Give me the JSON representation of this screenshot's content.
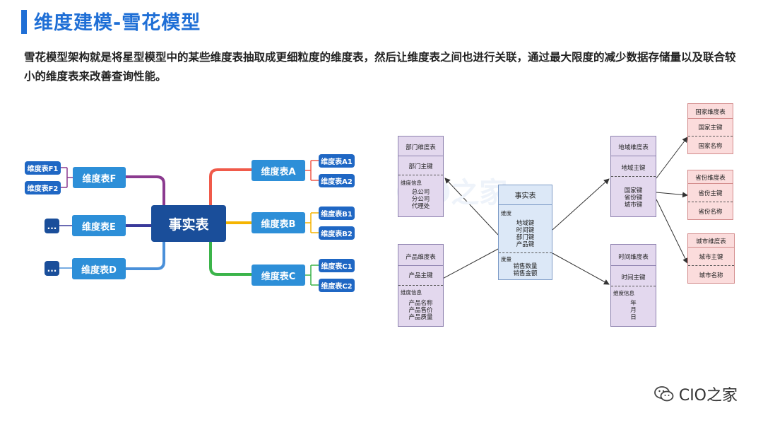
{
  "header": {
    "title": "维度建模-雪花模型",
    "description": "雪花模型架构就是将星型模型中的某些维度表抽取成更细粒度的维度表，然后让维度表之间也进行关联，通过最大限度的减少数据存储量以及联合较小的维度表来改善查询性能。"
  },
  "mindmap": {
    "center": "事实表",
    "branches": {
      "A": {
        "label": "维度表A",
        "children": [
          "维度表A1",
          "维度表A2"
        ]
      },
      "B": {
        "label": "维度表B",
        "children": [
          "维度表B1",
          "维度表B2"
        ]
      },
      "C": {
        "label": "维度表C",
        "children": [
          "维度表C1",
          "维度表C2"
        ]
      },
      "F": {
        "label": "维度表F",
        "children": [
          "维度表F1",
          "维度表F2"
        ]
      },
      "E": {
        "label": "维度表E",
        "children": [
          "..."
        ]
      },
      "D": {
        "label": "维度表D",
        "children": [
          "..."
        ]
      }
    },
    "colors": {
      "A": "#f05a4a",
      "B": "#f5b400",
      "C": "#3bb44a",
      "F": "#8b3a8f",
      "E": "#3a3a9a",
      "D": "#4a90d9"
    }
  },
  "snowflake": {
    "fact": {
      "title": "事实表",
      "dim_label": "维度",
      "dims": [
        "地域键",
        "时间键",
        "部门键",
        "产品键"
      ],
      "measure_label": "度量",
      "measures": [
        "销售数量",
        "销售金额"
      ]
    },
    "dept": {
      "title": "部门维度表",
      "key": "部门主键",
      "info_label": "维度信息",
      "info": [
        "总公司",
        "分公司",
        "代理处"
      ]
    },
    "product": {
      "title": "产品维度表",
      "key": "产品主键",
      "info_label": "维度信息",
      "info": [
        "产品名称",
        "产品售价",
        "产品质量"
      ]
    },
    "region": {
      "title": "地域维度表",
      "key": "地域主键",
      "info": [
        "国家键",
        "省份键",
        "城市键"
      ]
    },
    "time": {
      "title": "时间维度表",
      "key": "时间主键",
      "info_label": "维度信息",
      "info": [
        "年",
        "月",
        "日"
      ]
    },
    "country": {
      "title": "国家维度表",
      "key": "国家主键",
      "name": "国家名称"
    },
    "province": {
      "title": "省份维度表",
      "key": "省份主键",
      "name": "省份名称"
    },
    "city": {
      "title": "城市维度表",
      "key": "城市主键",
      "name": "城市名称"
    }
  },
  "watermark": {
    "text": "CIO之家",
    "icon": "wechat-icon"
  }
}
